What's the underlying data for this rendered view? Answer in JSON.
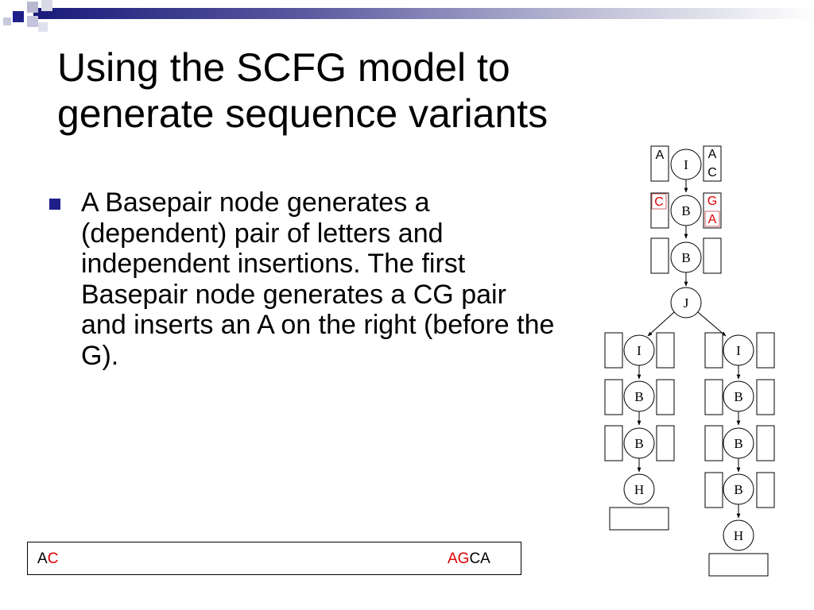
{
  "slide": {
    "title_line1": "Using the SCFG model to",
    "title_line2": "generate sequence variants",
    "bullet_text": "A Basepair node generates a (dependent) pair of letters and independent insertions. The first Basepair node generates a CG pair and inserts an A on the right (before the G)."
  },
  "colors": {
    "accent": "#1f1f8a",
    "highlight": "#dd0000",
    "highlight_box": "#cc6666"
  },
  "sequence": {
    "left_1": "A",
    "left_2": "C",
    "right_1": "AG",
    "right_2": "CA"
  },
  "diagram": {
    "nodes": {
      "i_top": "I",
      "b_top1": "B",
      "b_top2": "B",
      "j": "J",
      "i_left": "I",
      "b_left1": "B",
      "b_left2": "B",
      "h_left": "H",
      "i_right": "I",
      "b_right1": "B",
      "b_right2": "B",
      "b_right3": "B",
      "h_right": "H"
    },
    "labels": {
      "i_left_box": "A",
      "i_right_top": "A",
      "i_right_bottom": "C",
      "b_left_box": "C",
      "b_right_top": "G",
      "b_right_bottom": "A"
    }
  }
}
